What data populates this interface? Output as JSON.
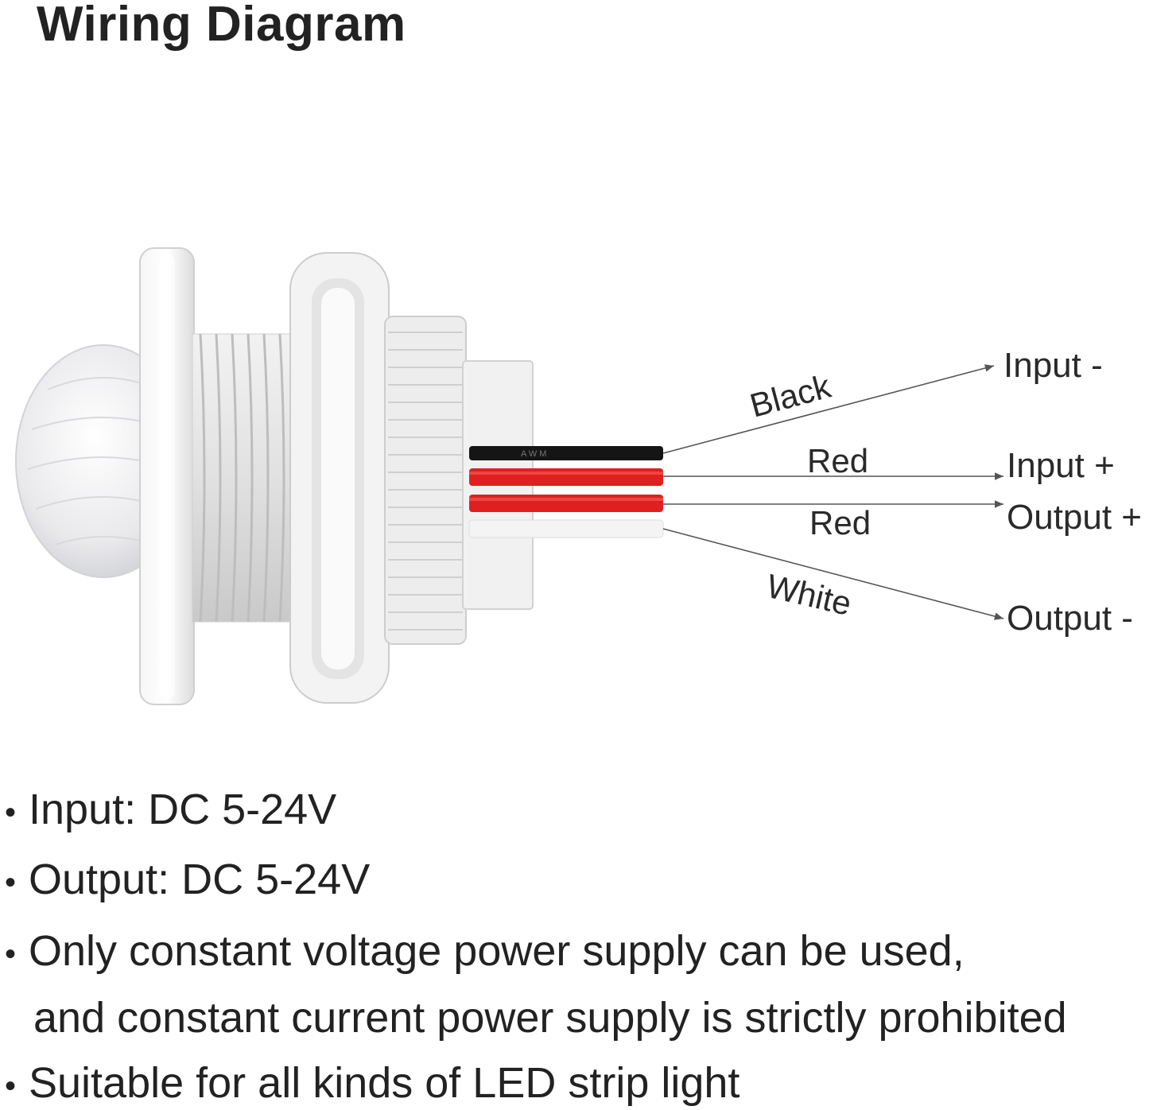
{
  "header": {
    "title": "Wiring Diagram"
  },
  "wires": [
    {
      "color_name": "Black",
      "terminal": "Input -",
      "hex": "#151515"
    },
    {
      "color_name": "Red",
      "terminal": "Input +",
      "hex": "#e0201e"
    },
    {
      "color_name": "Red",
      "terminal": "Output +",
      "hex": "#e0201e"
    },
    {
      "color_name": "White",
      "terminal": "Output -",
      "hex": "#f4f4f4"
    }
  ],
  "wire_print": "AWM",
  "specs": {
    "input": "Input: DC 5-24V",
    "output": "Output: DC 5-24V",
    "note_line1": "Only constant voltage power supply can be used,",
    "note_line2": "and constant current power supply is strictly prohibited",
    "usage": "Suitable for all kinds of LED strip light"
  },
  "colors": {
    "text": "#222222",
    "sensor_body": "#ececec",
    "leader_line": "#555555"
  }
}
